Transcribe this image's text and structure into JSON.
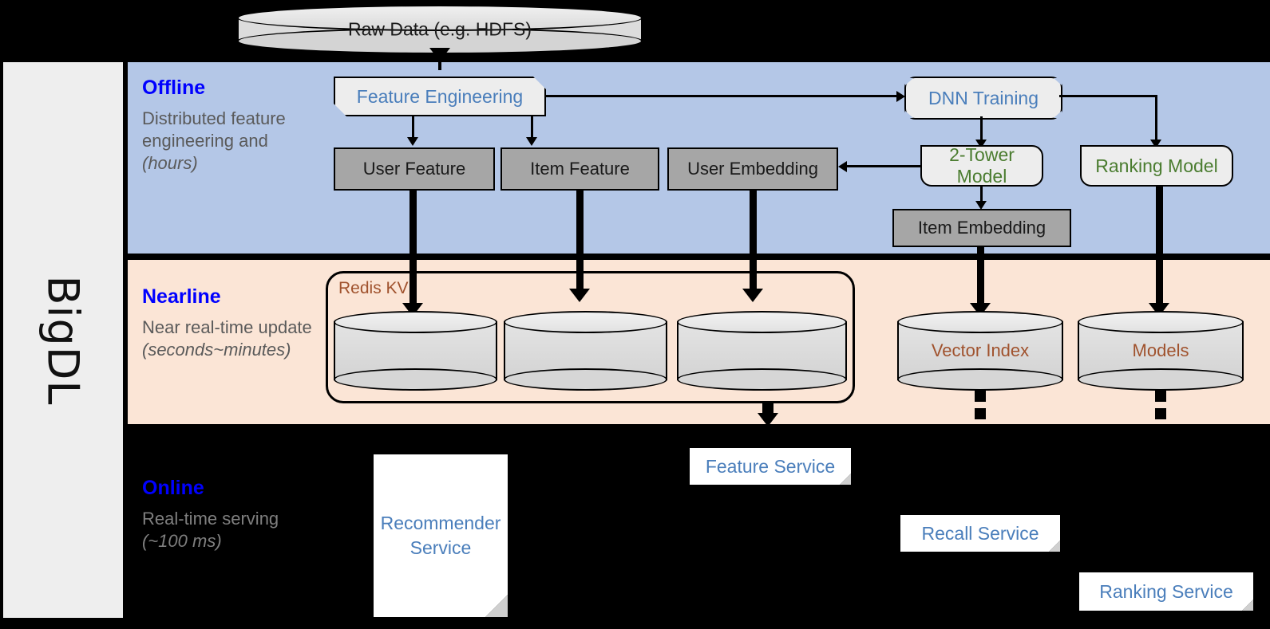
{
  "brand": {
    "name": "BigDL"
  },
  "bands": [
    {
      "id": "offline",
      "title": "Offline",
      "description": "Distributed feature engineering and ",
      "description_em": "(hours)",
      "color": "#b4c7e7"
    },
    {
      "id": "nearline",
      "title": "Nearline",
      "description": "Near real-time update ",
      "description_em": "(seconds~minutes)",
      "color": "#fbe5d6"
    },
    {
      "id": "online",
      "title": "Online",
      "description": "Real-time serving ",
      "description_em": "(~100 ms)",
      "color": "#000000"
    }
  ],
  "nodes": {
    "raw_data": "Raw Data (e.g. HDFS)",
    "feature_engineering": "Feature Engineering",
    "dnn_training": "DNN Training",
    "user_feature": "User Feature",
    "item_feature": "Item Feature",
    "user_embedding": "User Embedding",
    "two_tower_model": "2-Tower Model",
    "ranking_model": "Ranking Model",
    "item_embedding": "Item Embedding",
    "redis_kv": "Redis KV",
    "vector_index": "Vector Index",
    "models": "Models",
    "recommender_service": "Recommender Service",
    "feature_service": "Feature Service",
    "recall_service": "Recall Service",
    "ranking_service": "Ranking Service"
  },
  "colors": {
    "offline_band": "#b4c7e7",
    "nearline_band": "#fbe5d6",
    "online_band": "#000000",
    "rail": "#eeeeee",
    "title_blue": "#0000ff",
    "node_blue": "#4a7ebb",
    "node_green": "#4a7c2f",
    "storage_brown": "#a0522d",
    "gray_fill": "#a6a6a6",
    "light_fill": "#ededed",
    "desc_gray": "#5a5a5a"
  }
}
